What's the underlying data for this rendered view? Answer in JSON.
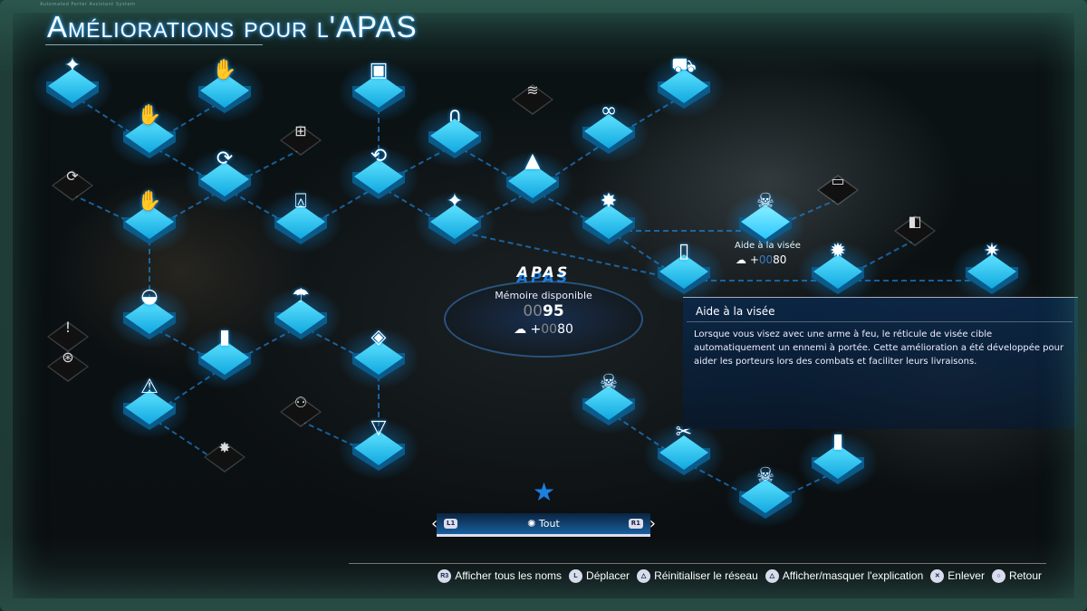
{
  "header": {
    "subtitle": "Automated Porter Assistant System",
    "title": "Améliorations pour l'APAS"
  },
  "center": {
    "logo": "APAS",
    "memory_label": "Mémoire disponible",
    "memory_prefix": "00",
    "memory_value": "95",
    "cost_sign": "+",
    "cost_prefix": "00",
    "cost_value": "80",
    "cost_icon": "chiral-cloud-icon"
  },
  "selected": {
    "name": "Aide à la visée",
    "cost_sign": "+",
    "cost_prefix": "00",
    "cost_value": "80"
  },
  "tooltip": {
    "title": "Aide à la visée",
    "description": "Lorsque vous visez avec une arme à feu, le réticule de visée cible automatiquement un ennemi à portée. Cette amélioration a été développée pour aider les porteurs lors des combats et faciliter leurs livraisons."
  },
  "filter": {
    "left_button": "L1",
    "right_button": "R1",
    "label": "Tout",
    "icon": "burst-icon"
  },
  "footer": [
    {
      "button": "R3",
      "label": "Afficher tous les noms"
    },
    {
      "button": "L",
      "label": "Déplacer"
    },
    {
      "button": "△",
      "label": "Réinitialiser le réseau"
    },
    {
      "button": "△",
      "label": "Afficher/masquer l'explication"
    },
    {
      "button": "✕",
      "label": "Enlever"
    },
    {
      "button": "○",
      "label": "Retour"
    }
  ],
  "colors": {
    "accent": "#1fb4f0",
    "active_node": "#3fd0ff",
    "star": "#1a7fe0"
  },
  "nodes": [
    {
      "icon": "stars-hand-icon",
      "state": "active"
    },
    {
      "icon": "hand-clock-icon",
      "state": "active"
    },
    {
      "icon": "package-badge-icon",
      "state": "active"
    },
    {
      "icon": "hand-clock-icon",
      "state": "active"
    },
    {
      "icon": "cable-icon",
      "state": "active"
    },
    {
      "icon": "link-icon",
      "state": "active"
    },
    {
      "icon": "vehicle-signal-icon",
      "state": "active"
    },
    {
      "icon": "refresh-icon",
      "state": "active"
    },
    {
      "icon": "vehicle-cycle-icon",
      "state": "active"
    },
    {
      "icon": "mountain-icon",
      "state": "active"
    },
    {
      "icon": "hand-clock-icon",
      "state": "active"
    },
    {
      "icon": "door-icon",
      "state": "active"
    },
    {
      "icon": "stars-hand-icon",
      "state": "active"
    },
    {
      "icon": "burst-icon",
      "state": "active"
    },
    {
      "icon": "skull-target-icon",
      "state": "selected"
    },
    {
      "icon": "canister-icon",
      "state": "active"
    },
    {
      "icon": "bullet-burst-icon",
      "state": "active"
    },
    {
      "icon": "burst-badge-icon",
      "state": "active"
    },
    {
      "icon": "water-drop-icon",
      "state": "active"
    },
    {
      "icon": "umbrella-search-icon",
      "state": "active"
    },
    {
      "icon": "canister-clock-icon",
      "state": "active"
    },
    {
      "icon": "drop-cycle-icon",
      "state": "active"
    },
    {
      "icon": "water-warning-icon",
      "state": "active"
    },
    {
      "icon": "triangle-cycle-icon",
      "state": "active"
    },
    {
      "icon": "skull-clock-icon",
      "state": "active"
    },
    {
      "icon": "tools-icon",
      "state": "active"
    },
    {
      "icon": "canister-clock-icon",
      "state": "active"
    },
    {
      "icon": "skull-search-icon",
      "state": "active"
    },
    {
      "icon": "signal-icon",
      "state": "locked"
    },
    {
      "icon": "package-cycle-icon",
      "state": "locked"
    },
    {
      "icon": "refresh-icon",
      "state": "locked"
    },
    {
      "icon": "battery-icon",
      "state": "locked"
    },
    {
      "icon": "cases-icon",
      "state": "locked"
    },
    {
      "icon": "warning-icon",
      "state": "locked"
    },
    {
      "icon": "hand-cycle-icon",
      "state": "locked"
    },
    {
      "icon": "bike-icon",
      "state": "locked"
    },
    {
      "icon": "burst-icon",
      "state": "locked"
    }
  ]
}
